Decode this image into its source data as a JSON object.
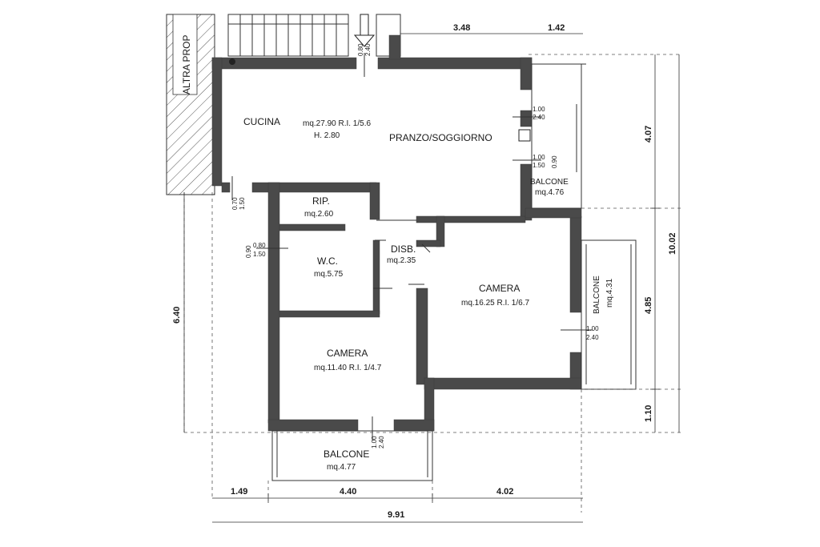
{
  "adjacent_label": "ALTRA PROP",
  "rooms": {
    "cucina": "CUCINA",
    "soggiorno": "PRANZO/SOGGIORNO",
    "soggiorno_area": "mq.27.90 R.I. 1/5.6",
    "soggiorno_height": "H. 2.80",
    "balcone_1": "BALCONE",
    "balcone_1_area": "mq.4.76",
    "rip": "RIP.",
    "rip_area": "mq.2.60",
    "wc": "W.C.",
    "wc_area": "mq.5.75",
    "disb": "DISB.",
    "disb_area": "mq.2.35",
    "camera_1": "CAMERA",
    "camera_1_area": "mq.16.25 R.I. 1/6.7",
    "camera_2": "CAMERA",
    "camera_2_area": "mq.11.40 R.I. 1/4.7",
    "balcone_2": "BALCONE",
    "balcone_2_area": "mq.4.31",
    "balcone_3": "BALCONE",
    "balcone_3_area": "mq.4.77"
  },
  "openings": {
    "entry_top": "0.80",
    "entry_bottom": "2.40",
    "win_east_top": "1.00",
    "win_east_bottom": "2.40",
    "win_east2_top": "1.00",
    "win_east2_mid": "1.50",
    "win_east2_side": "0.90",
    "door_kitchen_top": "0.70",
    "door_kitchen_bottom": "1.50",
    "wc_win_top": "0.90",
    "wc_win_mid": "0.80",
    "wc_win_bottom": "1.50",
    "cam1_win_top": "1.00",
    "cam1_win_bottom": "2.40",
    "cam2_win_top": "1.00",
    "cam2_win_bottom": "2.40"
  },
  "dimensions": {
    "top_main": "3.48",
    "top_right": "1.42",
    "right_upper": "4.07",
    "right_middle": "4.85",
    "right_lower": "1.10",
    "right_total": "10.02",
    "left_total": "6.40",
    "bottom_left": "1.49",
    "bottom_mid": "4.40",
    "bottom_right": "4.02",
    "bottom_total": "9.91"
  }
}
